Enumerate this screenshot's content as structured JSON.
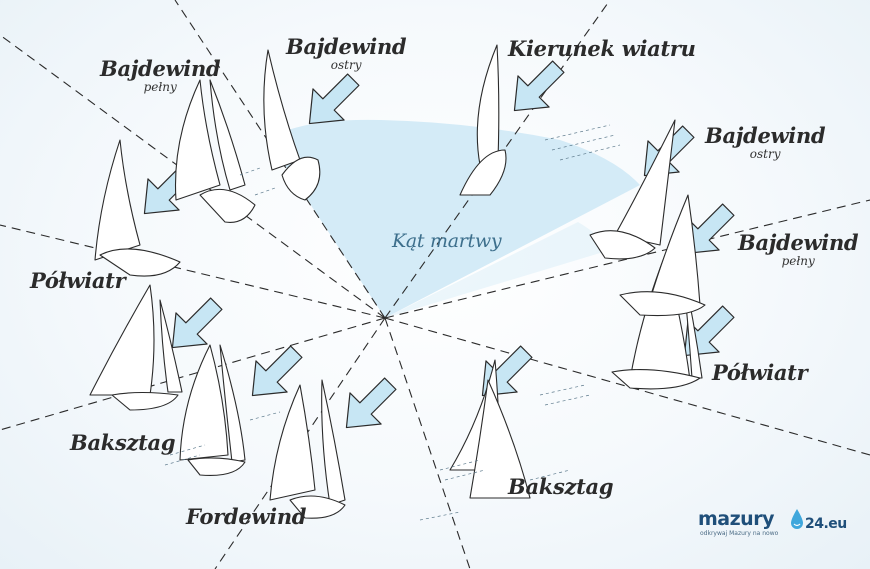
{
  "labels": {
    "wind_direction": "Kierunek wiatru",
    "dead_zone": "Kąt martwy",
    "close_hauled_left": {
      "main": "Bajdewind",
      "sub": "ostry"
    },
    "close_reach_left": {
      "main": "Bajdewind",
      "sub": "pełny"
    },
    "close_hauled_right": {
      "main": "Bajdewind",
      "sub": "ostry"
    },
    "close_reach_right": {
      "main": "Bajdewind",
      "sub": "pełny"
    },
    "beam_reach_left": "Półwiatr",
    "beam_reach_right": "Półwiatr",
    "broad_reach_left": "Baksztag",
    "broad_reach_right": "Baksztag",
    "running": "Fordewind"
  },
  "logo": {
    "brand": "mazury",
    "domain": "24.eu",
    "tagline": "odkrywaj Mazury na nowo"
  },
  "colors": {
    "arrow_fill": "#c7e6f4",
    "dead_zone_fill": "#cfe9f6",
    "ink": "#2b2b2b",
    "brand_blue": "#1f4f7a",
    "sail_fill": "#ffffff"
  }
}
